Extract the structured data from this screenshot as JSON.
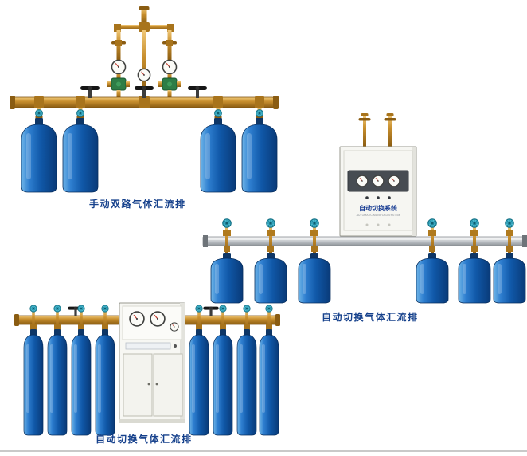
{
  "page": {
    "background": "#ffffff",
    "caption_color": "#16418c",
    "bottom_rule_color": "#c9c9c9"
  },
  "colors": {
    "cylinder_blue": "#1058a8",
    "brass": "#c88f2e",
    "silver_rail": "#c4c8cc",
    "valve_knob_teal": "#4fbdd2",
    "regulator_green": "#2e7d46"
  },
  "products": [
    {
      "id": "manual-dual-manifold",
      "caption": "手动双路气体汇流排",
      "cylinder_count": 4
    },
    {
      "id": "auto-switch-manifold-cabinet",
      "caption": "自动切换气体汇流排",
      "cabinet": {
        "label": "自动切换系统",
        "sublabel": "AUTOMATIC MANIFOLD SYSTEM",
        "gauge_count": 3
      },
      "cylinder_count": 6
    },
    {
      "id": "auto-switch-manifold-floor",
      "caption": "自动切换气体汇流排",
      "cylinder_count": 8
    }
  ]
}
